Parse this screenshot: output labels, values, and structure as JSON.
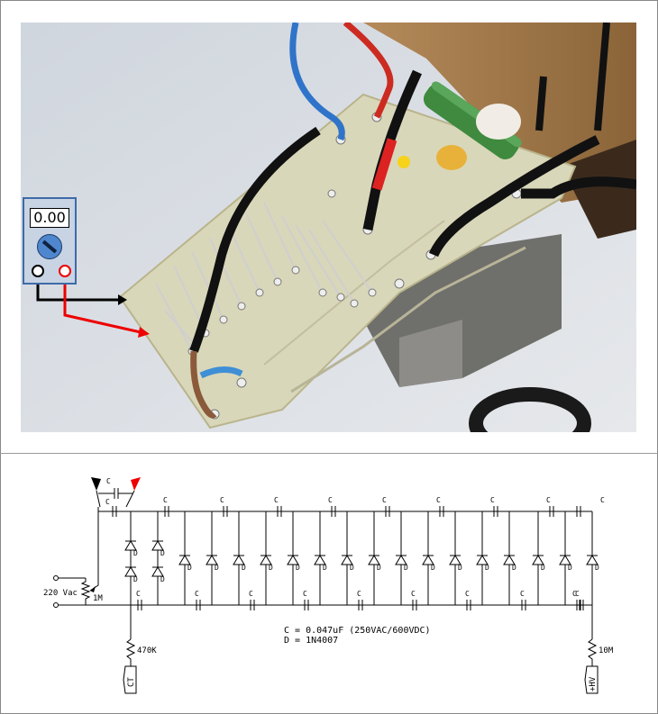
{
  "meter": {
    "reading": "0.00"
  },
  "schematic": {
    "capacitor_label": "C",
    "diode_label": "D",
    "input_label": "220 Vac",
    "pot_label": "1M",
    "ct_resistor_label": "470K",
    "ct_terminal_label": "CT",
    "hv_resistor_label": "10M",
    "hv_terminal_label": "+HV",
    "legend_c": "C = 0.047uF (250VAC/600VDC)",
    "legend_d": "D = 1N4007"
  }
}
